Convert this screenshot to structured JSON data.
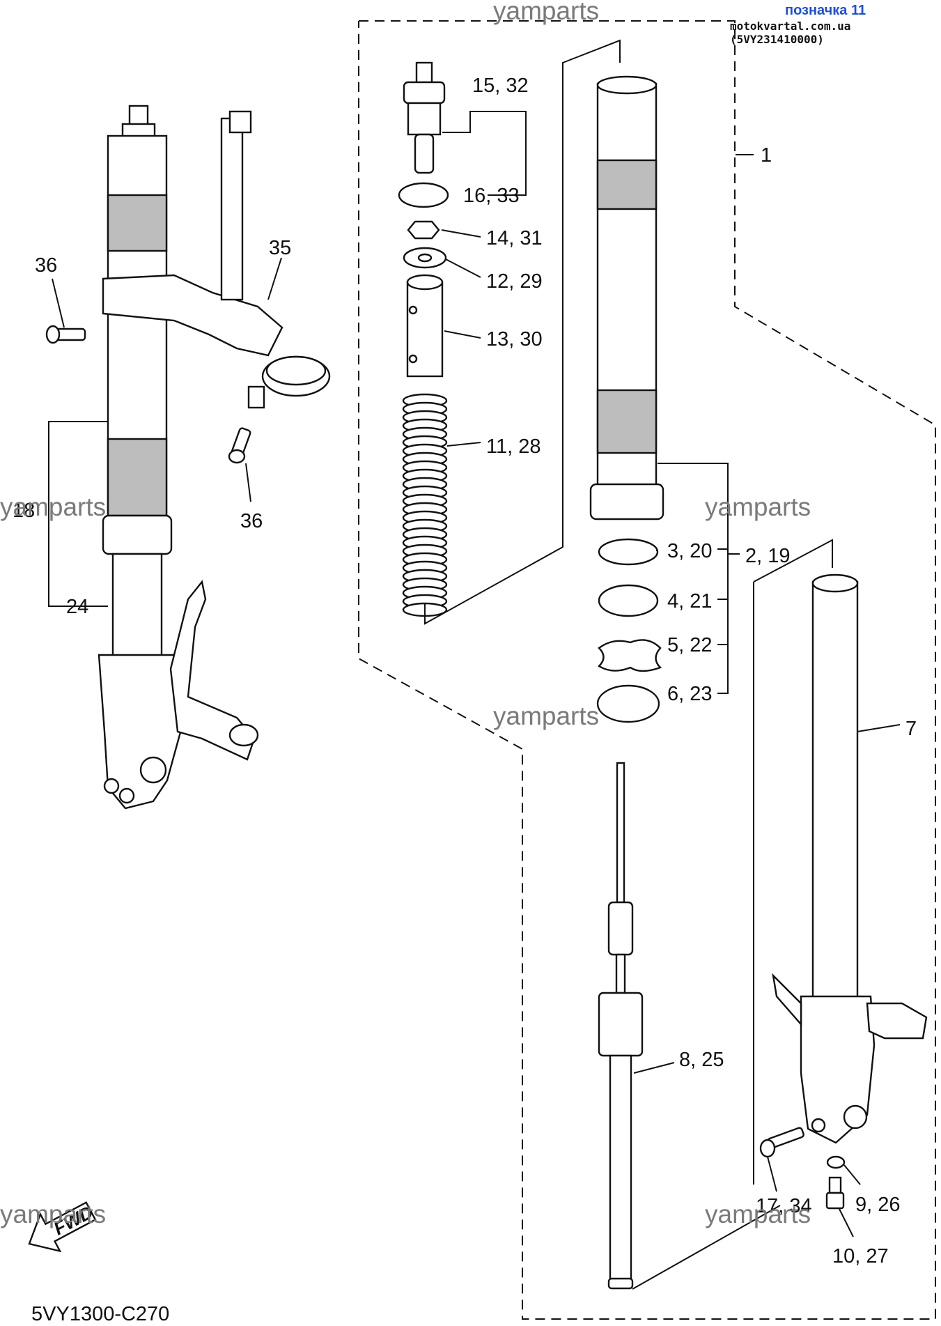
{
  "header": {
    "bookmark": "позначка 11",
    "source": "motokvartal.com.ua (5VY231410000)"
  },
  "watermarks": [
    "yamparts",
    "yamparts",
    "yamparts",
    "yamparts",
    "yamparts",
    "yamparts"
  ],
  "diagram_code": "5VY1300-C270",
  "fwd_label": "FWD",
  "callouts": {
    "c36a": "36",
    "c35": "35",
    "c36b": "36",
    "c18": "18",
    "c24": "24",
    "c15_32": "15, 32",
    "c16_33": "16, 33",
    "c14_31": "14, 31",
    "c12_29": "12, 29",
    "c13_30": "13, 30",
    "c11_28": "11, 28",
    "c1": "1",
    "c3_20": "3, 20",
    "c2_19": "2, 19",
    "c4_21": "4, 21",
    "c5_22": "5, 22",
    "c6_23": "6, 23",
    "c7": "7",
    "c8_25": "8, 25",
    "c17_34": "17, 34",
    "c9_26": "9, 26",
    "c10_27": "10, 27"
  },
  "colors": {
    "line": "#111111",
    "watermark": "#7a7a7a",
    "link": "#1f4fd6"
  }
}
